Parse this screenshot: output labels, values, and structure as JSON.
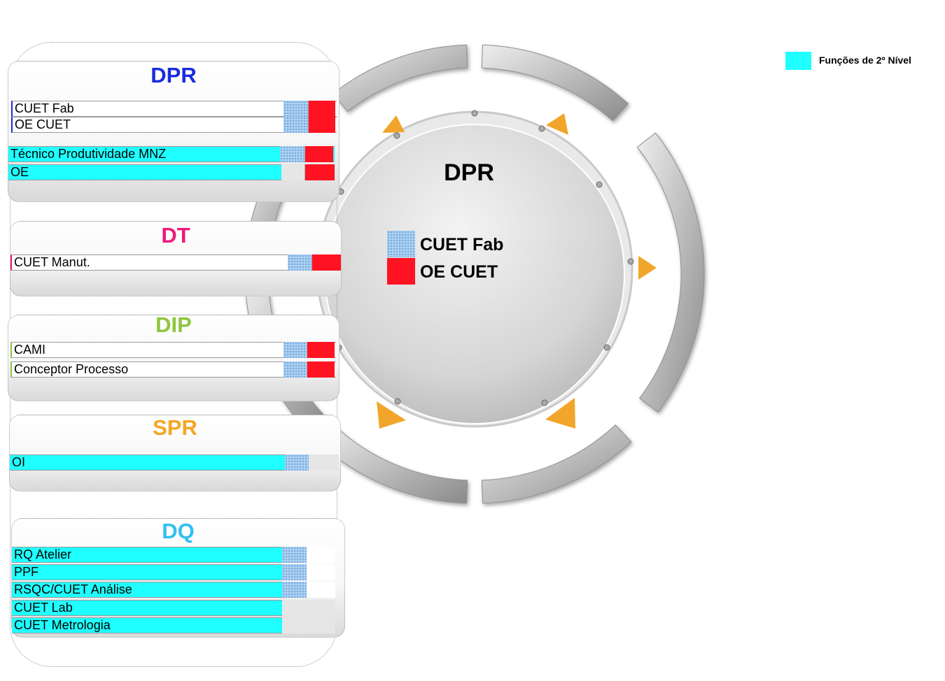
{
  "legend": {
    "label": "Funções de 2º Nível",
    "color": "#20ffff"
  },
  "circle": {
    "title": "DPR",
    "key": [
      {
        "label": "CUET Fab",
        "swatch": "dots"
      },
      {
        "label": "OE CUET",
        "swatch": "red"
      }
    ]
  },
  "panels": [
    {
      "title": "DPR",
      "color": "#1a2be0",
      "rows": [
        {
          "label": "CUET Fab",
          "fill": "white",
          "cells": [
            "dots",
            "red"
          ]
        },
        {
          "label": "OE CUET",
          "fill": "white",
          "cells": [
            "dots",
            "red"
          ]
        },
        {
          "label": "Técnico Produtividade MNZ",
          "fill": "cyan",
          "cells": [
            "dots",
            "red"
          ]
        },
        {
          "label": "OE",
          "fill": "cyan",
          "cells": [
            "grey",
            "red"
          ]
        }
      ]
    },
    {
      "title": "DT",
      "color": "#f01878",
      "rows": [
        {
          "label": "CUET Manut.",
          "fill": "white",
          "cells": [
            "dots",
            "red"
          ]
        }
      ]
    },
    {
      "title": "DIP",
      "color": "#8cc63e",
      "rows": [
        {
          "label": "CAMI",
          "fill": "white",
          "cells": [
            "dots",
            "red"
          ]
        },
        {
          "label": "Conceptor Processo",
          "fill": "white",
          "cells": [
            "dots",
            "red"
          ]
        }
      ]
    },
    {
      "title": "SPR",
      "color": "#f4a623",
      "rows": [
        {
          "label": "OI",
          "fill": "cyan",
          "cells": [
            "dots",
            "grey"
          ]
        }
      ]
    },
    {
      "title": "DQ",
      "color": "#33c0ee",
      "rows": [
        {
          "label": "RQ Atelier",
          "fill": "cyan",
          "cells": [
            "dots",
            "white"
          ]
        },
        {
          "label": "PPF",
          "fill": "cyan",
          "cells": [
            "dots",
            "white"
          ]
        },
        {
          "label": "RSQC/CUET Análise",
          "fill": "cyan",
          "cells": [
            "dots",
            "white"
          ]
        },
        {
          "label": "CUET Lab",
          "fill": "cyan",
          "cells": [
            "grey",
            "grey"
          ]
        },
        {
          "label": "CUET Metrologia",
          "fill": "cyan",
          "cells": [
            "grey",
            "grey"
          ]
        }
      ]
    }
  ]
}
